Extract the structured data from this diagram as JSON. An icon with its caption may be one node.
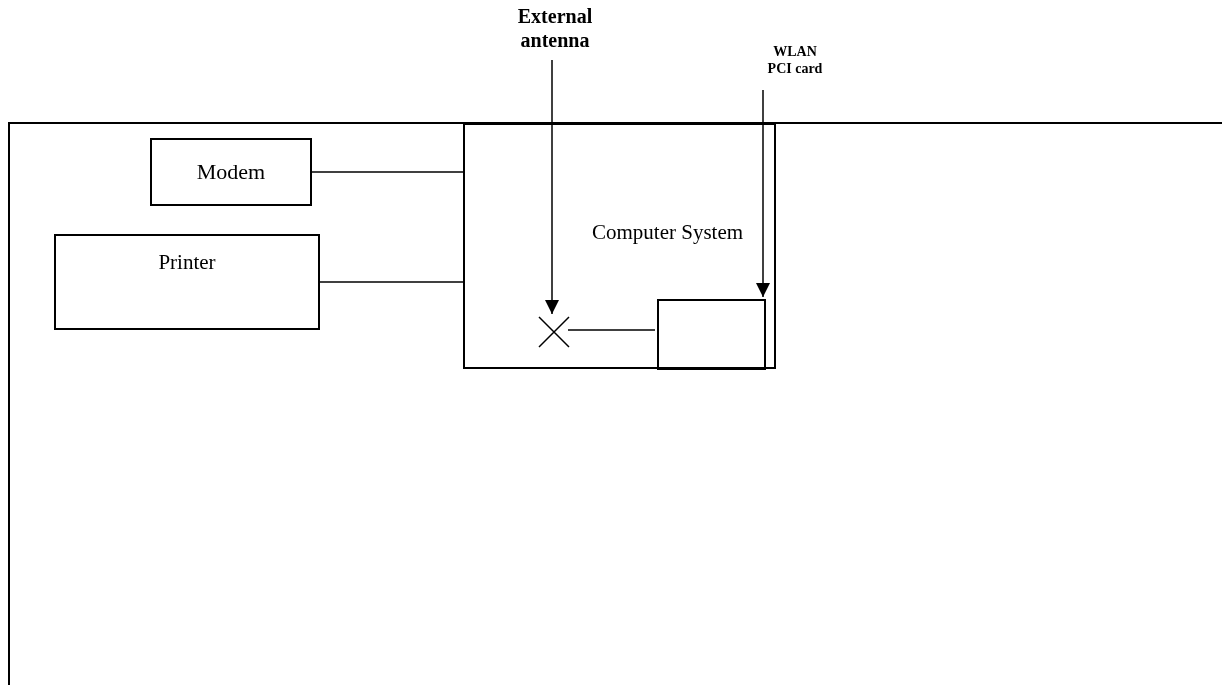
{
  "diagram": {
    "nodes": [
      {
        "text": [
          "Modem"
        ]
      },
      {
        "text": [
          "Printer"
        ]
      },
      {
        "text": [
          "Computer System"
        ]
      },
      {
        "text": [
          "External antenna"
        ]
      },
      {
        "text": [
          "WLAN PCI card"
        ]
      },
      {
        "text": [],
        "shape": "cross",
        "in": 2
      },
      {
        "text": [],
        "shape": "box",
        "in": 2
      }
    ],
    "edges": [
      {
        "from": 0,
        "to": 2,
        "arrow": "none"
      },
      {
        "from": 1,
        "to": 2,
        "arrow": "none"
      },
      {
        "from": 3,
        "to": 5,
        "arrow": "to"
      },
      {
        "from": 4,
        "to": 6,
        "arrow": "to"
      },
      {
        "from": 5,
        "to": 6,
        "arrow": "none"
      }
    ]
  }
}
